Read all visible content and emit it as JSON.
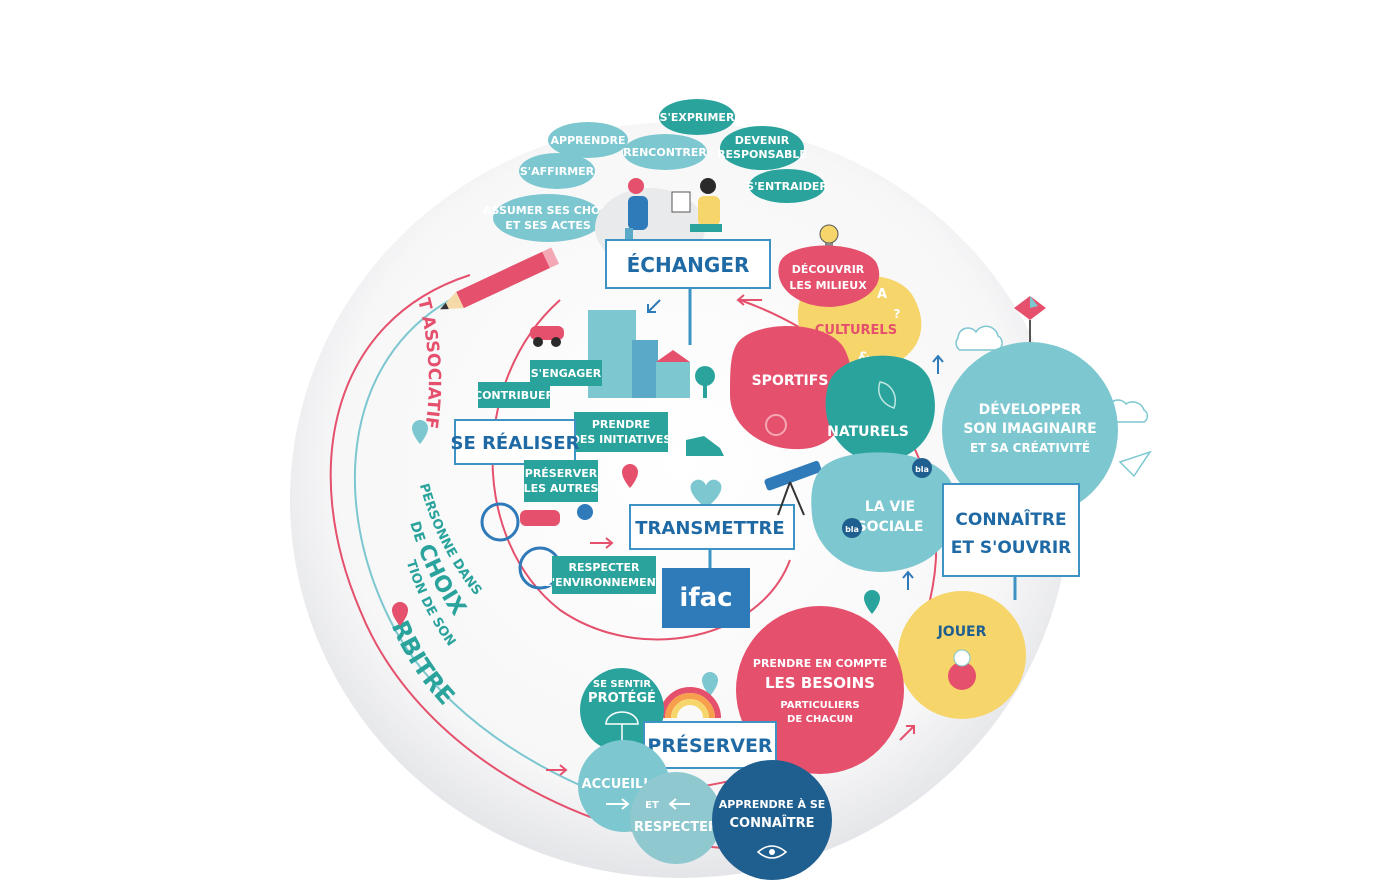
{
  "colors": {
    "teal": "#2ba39d",
    "light_teal": "#7cc7d0",
    "pink": "#e5506c",
    "yellow": "#f6d56b",
    "navy": "#1f5f8f",
    "blue": "#2f7ab8",
    "sign_text": "#1f6aa5"
  },
  "icons": [
    "pencil-icon",
    "location-pin-icon",
    "heart-icon",
    "eye-icon",
    "umbrella-icon",
    "rainbow-icon",
    "telescope-icon",
    "pinwheel-icon",
    "lightbulb-icon",
    "sneaker-icon",
    "toy-car-icon",
    "tree-icon",
    "basketball-icon",
    "leaf-icon",
    "speech-bubble-icon",
    "paper-plane-icon",
    "cloud-icon",
    "arrow-icon"
  ],
  "bubbles": {
    "exprimer": "S'EXPRIMER",
    "apprendre": "APPRENDRE",
    "rencontrer": "RENCONTRER",
    "devenir": [
      "DEVENIR",
      "RESPONSABLE"
    ],
    "affirmer": "S'AFFIRMER",
    "entraider": "S'ENTRAIDER",
    "assumer": [
      "ASSUMER SES CHOIX",
      "ET SES ACTES"
    ]
  },
  "signs": {
    "echanger": "ÉCHANGER",
    "se_realiser": "SE RÉALISER",
    "transmettre": "TRANSMETTRE",
    "connaitre": [
      "CONNAÎTRE",
      "ET S'OUVRIR"
    ],
    "preserver": "PRÉSERVER"
  },
  "tags": {
    "engager": "S'ENGAGER",
    "contribuer": "CONTRIBUER",
    "initiatives": [
      "PRENDRE",
      "DES INITIATIVES"
    ],
    "preserver_autres": [
      "PRÉSERVER",
      "LES AUTRES"
    ],
    "respecter_env": [
      "RESPECTER",
      "L'ENVIRONNEMENT"
    ]
  },
  "milieux": {
    "decouvrir": [
      "DÉCOUVRIR",
      "LES MILIEUX"
    ],
    "culturels": "CULTURELS",
    "sportifs": "SPORTIFS",
    "naturels": "NATURELS",
    "vie_sociale": [
      "LA VIE",
      "SOCIALE"
    ],
    "bla": "bla",
    "amp": "&",
    "a_letter": "A",
    "q_mark": "?"
  },
  "imaginaire": [
    "DÉVELOPPER",
    "SON IMAGINAIRE",
    "ET SA CRÉATIVITÉ"
  ],
  "jouer": "JOUER",
  "besoins": [
    "PRENDRE EN COMPTE",
    "LES BESOINS",
    "PARTICULIERS",
    "DE CHACUN"
  ],
  "protege": [
    "SE SENTIR",
    "PROTÉGÉ"
  ],
  "accueillir": "ACCUEILLIR",
  "respecter": [
    "ET",
    "RESPECTER"
  ],
  "connaitre_soi": [
    "APPRENDRE À SE",
    "CONNAÎTRE"
  ],
  "logo": "ifac",
  "arc_labels": {
    "projet": "NOTRE PROJET ASSOCIATIF",
    "line1": "ACCOMPAGNER LA PERSONNE DANS",
    "line2a": "SA CAPACITÉ DE ",
    "line2b": "CHOIX",
    "line3": "ET L'AFFIRMATION DE SON",
    "line4": "LIBRE ARBITRE"
  }
}
